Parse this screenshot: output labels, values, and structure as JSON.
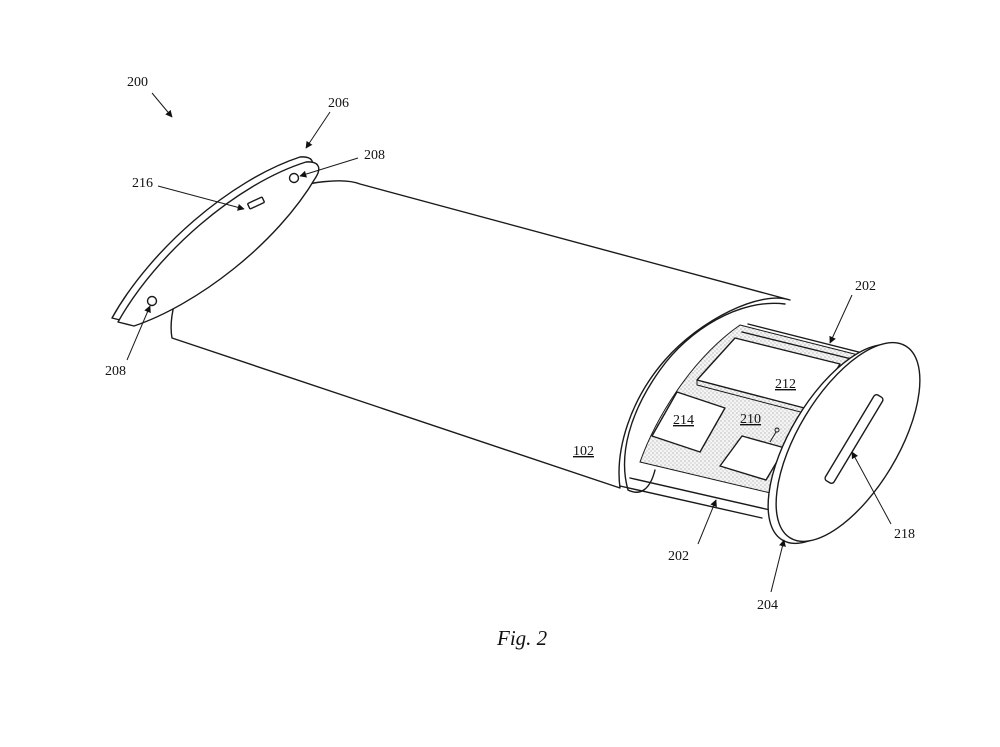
{
  "figure": {
    "caption": "Fig. 2",
    "labels": {
      "l200": "200",
      "l206": "206",
      "l208a": "208",
      "l216": "216",
      "l208b": "208",
      "l102": "102",
      "l202a": "202",
      "l212": "212",
      "l214": "214",
      "l210": "210",
      "l218": "218",
      "l202b": "202",
      "l204": "204"
    }
  }
}
